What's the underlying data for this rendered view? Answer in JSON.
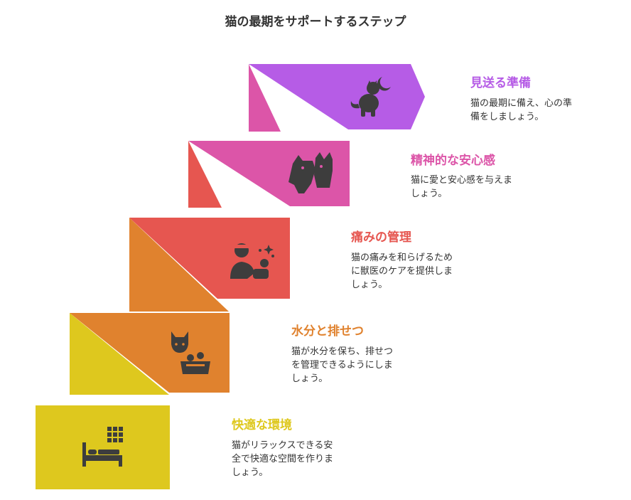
{
  "title": "猫の最期をサポートするステップ",
  "colors": {
    "purple": "#B65CE6",
    "pink": "#DC55A8",
    "red": "#E65650",
    "orange": "#E0822E",
    "yellow": "#DEC81E",
    "icon": "#3d3d3d"
  },
  "steps": [
    {
      "heading": "見送る準備",
      "lines": [
        "猫の最期に備え、心の準",
        "備をしましょう。"
      ],
      "icon": "cat-and-moon-icon"
    },
    {
      "heading": "精神的な安心感",
      "lines": [
        "猫に愛と安心感を与えま",
        "しょう。"
      ],
      "icon": "cat-and-dog-icon"
    },
    {
      "heading": "痛みの管理",
      "lines": [
        "猫の痛みを和らげるため",
        "に獣医のケアを提供しま",
        "しょう。"
      ],
      "icon": "vet-with-cat-icon"
    },
    {
      "heading": "水分と排せつ",
      "lines": [
        "猫が水分を保ち、排せつ",
        "を管理できるようにしま",
        "しょう。"
      ],
      "icon": "cat-and-litter-box-icon"
    },
    {
      "heading": "快適な環境",
      "lines": [
        "猫がリラックスできる安",
        "全で快適な空間を作りま",
        "しょう。"
      ],
      "icon": "bed-and-window-icon"
    }
  ]
}
